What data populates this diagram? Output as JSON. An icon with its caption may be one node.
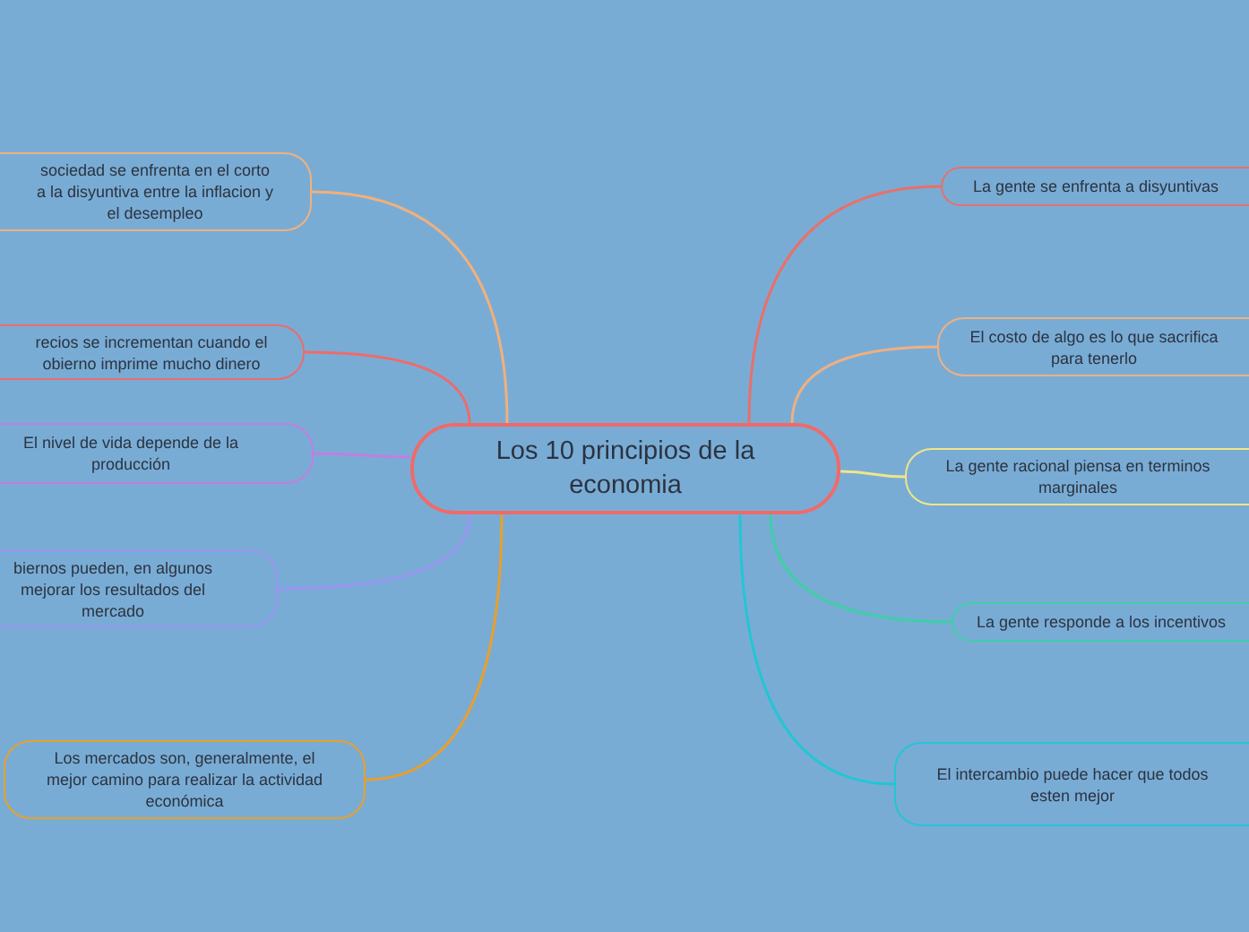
{
  "diagram": {
    "nodes": [
      {
        "text": [
          "Los 10 principios de la economia"
        ]
      },
      {
        "text": [
          "sociedad se enfrenta en el corto a la disyuntiva entre la inflacion y el desempleo"
        ]
      },
      {
        "text": [
          "recios se incrementan cuando el obierno imprime mucho dinero"
        ]
      },
      {
        "text": [
          "El nivel de vida depende de la producción"
        ]
      },
      {
        "text": [
          "biernos pueden, en algunos mejorar los resultados del mercado"
        ]
      },
      {
        "text": [
          "Los mercados son, generalmente, el mejor camino para realizar la actividad económica"
        ]
      },
      {
        "text": [
          "La gente se enfrenta a disyuntivas"
        ]
      },
      {
        "text": [
          "El costo de algo es lo que sacrifica para tenerlo"
        ]
      },
      {
        "text": [
          "La gente racional piensa en terminos marginales"
        ]
      },
      {
        "text": [
          "La gente responde a los incentivos"
        ]
      },
      {
        "text": [
          "El intercambio puede hacer que todos esten mejor"
        ]
      }
    ],
    "edges": [
      {
        "from": 0,
        "to": 1,
        "arrow": "none",
        "color": "#f2b07a"
      },
      {
        "from": 0,
        "to": 2,
        "arrow": "none",
        "color": "#ee6b6b"
      },
      {
        "from": 0,
        "to": 3,
        "arrow": "none",
        "color": "#c27ee0"
      },
      {
        "from": 0,
        "to": 4,
        "arrow": "none",
        "color": "#9b95f0"
      },
      {
        "from": 0,
        "to": 5,
        "arrow": "none",
        "color": "#e8a02a"
      },
      {
        "from": 0,
        "to": 6,
        "arrow": "none",
        "color": "#e8706a"
      },
      {
        "from": 0,
        "to": 7,
        "arrow": "none",
        "color": "#f0b080"
      },
      {
        "from": 0,
        "to": 8,
        "arrow": "none",
        "color": "#eee58a"
      },
      {
        "from": 0,
        "to": 9,
        "arrow": "none",
        "color": "#3fcfa6"
      },
      {
        "from": 0,
        "to": 10,
        "arrow": "none",
        "color": "#22c6d3"
      }
    ]
  }
}
